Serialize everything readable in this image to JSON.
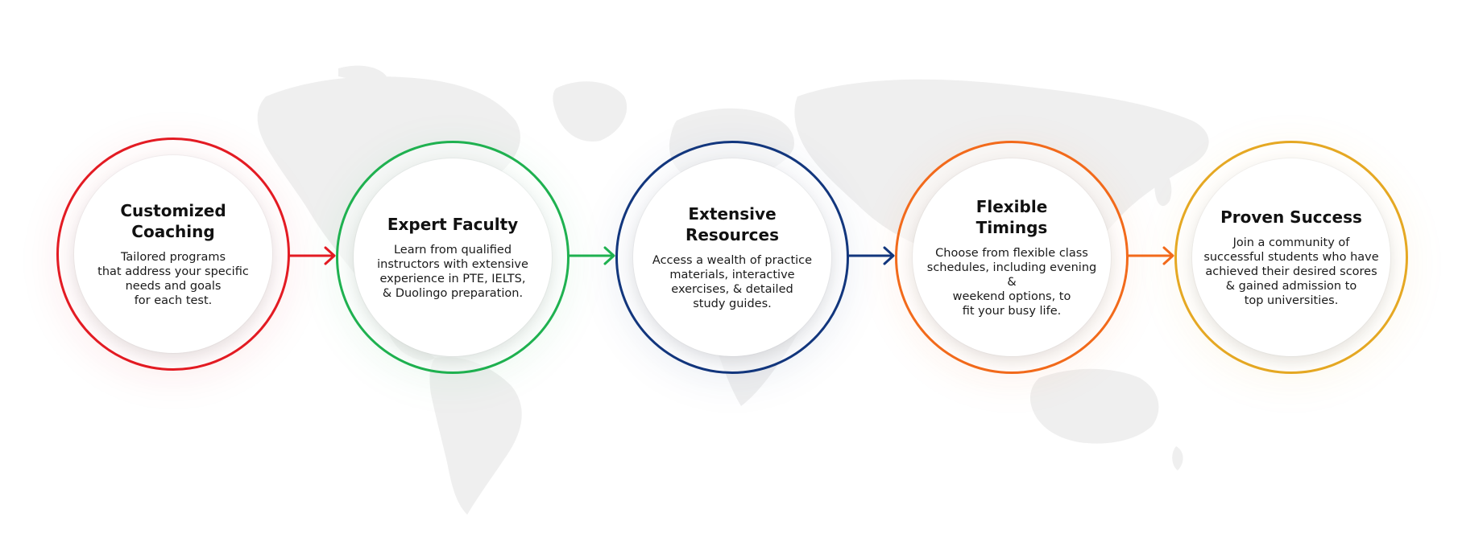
{
  "colors": {
    "red": "#e31b23",
    "green": "#1fb150",
    "navy": "#12367d",
    "orange": "#f26a1b",
    "gold": "#e5a823",
    "map": "#efefef"
  },
  "steps": [
    {
      "title": "Customized Coaching",
      "description": "Tailored programs\nthat address your specific\nneeds and goals\nfor each test.",
      "color": "#e31b23"
    },
    {
      "title": "Expert Faculty",
      "description": "Learn from qualified\ninstructors with extensive\nexperience in PTE, IELTS,\n& Duolingo preparation.",
      "color": "#1fb150"
    },
    {
      "title": "Extensive Resources",
      "description": "Access a wealth of practice\nmaterials, interactive\nexercises, & detailed\nstudy guides.",
      "color": "#12367d"
    },
    {
      "title": "Flexible Timings",
      "description": "Choose from flexible class\nschedules, including evening\n&\nweekend options, to\nfit your busy life.",
      "color": "#f26a1b"
    },
    {
      "title": "Proven Success",
      "description": "Join a community of\nsuccessful students who have\nachieved their desired scores\n& gained admission to\ntop universities.",
      "color": "#e5a823"
    }
  ]
}
